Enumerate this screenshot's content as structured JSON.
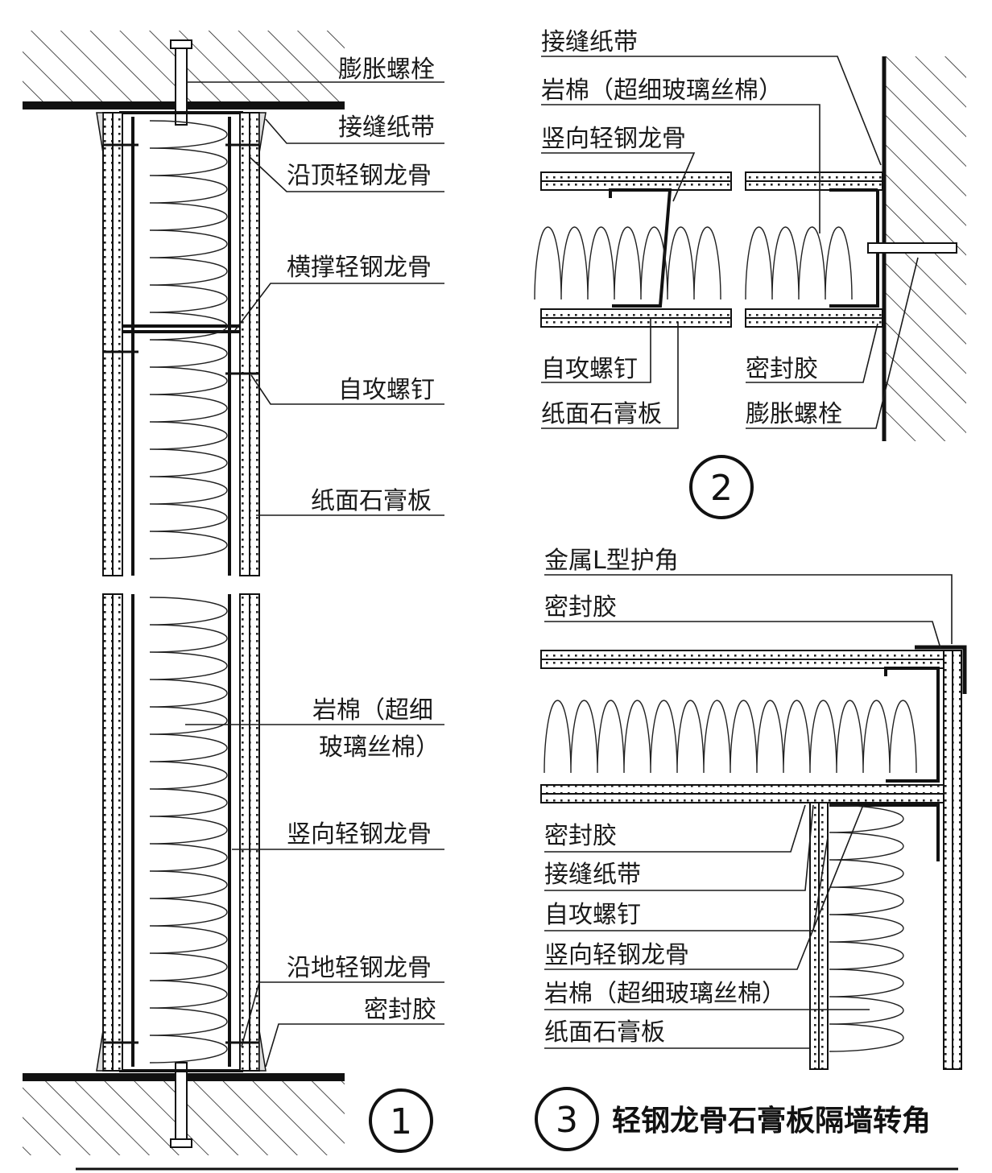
{
  "detail1": {
    "number": "1",
    "labels": {
      "expansion_bolt": "膨胀螺栓",
      "joint_tape": "接缝纸带",
      "top_track": "沿顶轻钢龙骨",
      "cross_brace": "横撑轻钢龙骨",
      "self_tapping_screw": "自攻螺钉",
      "gypsum_board": "纸面石膏板",
      "rock_wool_1": "岩棉（超细",
      "rock_wool_2": "玻璃丝棉）",
      "vertical_stud": "竖向轻钢龙骨",
      "floor_track": "沿地轻钢龙骨",
      "sealant": "密封胶"
    }
  },
  "detail2": {
    "number": "2",
    "labels": {
      "joint_tape": "接缝纸带",
      "rock_wool": "岩棉（超细玻璃丝棉）",
      "vertical_stud": "竖向轻钢龙骨",
      "self_tapping_screw": "自攻螺钉",
      "gypsum_board": "纸面石膏板",
      "sealant": "密封胶",
      "expansion_bolt": "膨胀螺栓"
    }
  },
  "detail3": {
    "number": "3",
    "title": "轻钢龙骨石膏板隔墙转角",
    "labels": {
      "metal_corner": "金属L型护角",
      "sealant_top": "密封胶",
      "sealant": "密封胶",
      "joint_tape": "接缝纸带",
      "self_tapping_screw": "自攻螺钉",
      "vertical_stud": "竖向轻钢龙骨",
      "rock_wool": "岩棉（超细玻璃丝棉）",
      "gypsum_board": "纸面石膏板"
    }
  }
}
